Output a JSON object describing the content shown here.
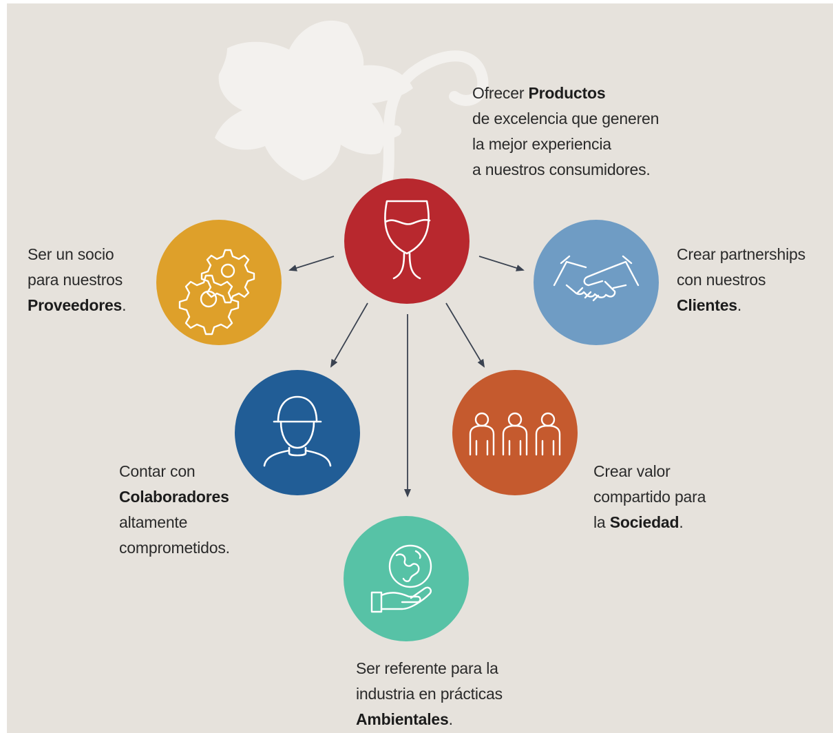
{
  "colors": {
    "background": "#e6e2dc",
    "productos": "#b8282e",
    "proveedores": "#dea02a",
    "clientes": "#6f9cc4",
    "colaboradores": "#215d96",
    "sociedad": "#c55a2e",
    "ambientales": "#57c2a6",
    "arrow": "#3a4250",
    "leaf": "#f3f1ee"
  },
  "nodes": {
    "productos": {
      "icon": "wine-glass-icon",
      "text_pre": "Ofrecer ",
      "text_bold": "Productos",
      "line2": "de excelencia que generen",
      "line3": "la mejor experiencia",
      "line4": "a nuestros consumidores."
    },
    "proveedores": {
      "icon": "gears-icon",
      "line1": "Ser un socio",
      "line2": "para nuestros",
      "text_bold": "Proveedores",
      "text_post": "."
    },
    "clientes": {
      "icon": "handshake-icon",
      "line1": "Crear partnerships",
      "line2": "con nuestros",
      "text_bold": "Clientes",
      "text_post": "."
    },
    "colaboradores": {
      "icon": "worker-icon",
      "line1": "Contar con",
      "text_bold": "Colaboradores",
      "line3": "altamente",
      "line4": "comprometidos."
    },
    "sociedad": {
      "icon": "people-group-icon",
      "line1": "Crear valor",
      "line2": "compartido para",
      "text_pre": "la ",
      "text_bold": "Sociedad",
      "text_post": "."
    },
    "ambientales": {
      "icon": "hand-globe-icon",
      "line1": "Ser referente para la",
      "line2": "industria en prácticas",
      "text_bold": "Ambientales",
      "text_post": "."
    }
  }
}
